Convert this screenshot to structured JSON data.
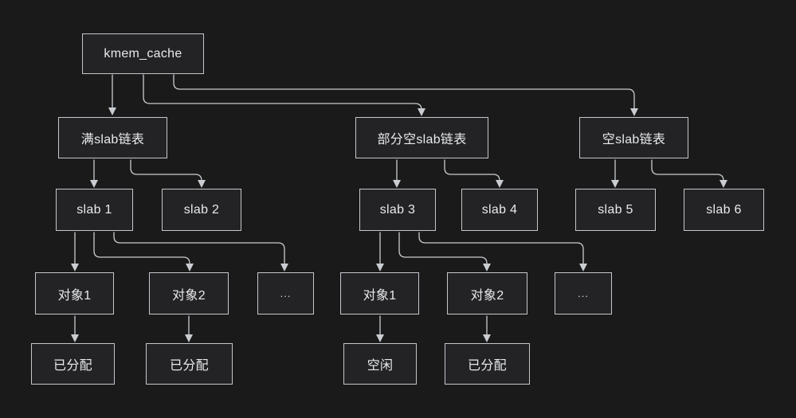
{
  "diagram": {
    "description": "kmem_cache slab allocator diagram",
    "colors": {
      "background": "#1a1a1a",
      "node_fill": "#232325",
      "node_border": "#c4c7ca",
      "text": "#e8eaed",
      "arrow": "#c9ccd0"
    },
    "nodes": {
      "kmem_cache": {
        "label": "kmem_cache"
      },
      "full_slab_list": {
        "label": "满slab链表"
      },
      "partial_slab_list": {
        "label": "部分空slab链表"
      },
      "empty_slab_list": {
        "label": "空slab链表"
      },
      "slab_1": {
        "label": "slab 1"
      },
      "slab_2": {
        "label": "slab 2"
      },
      "slab_3": {
        "label": "slab 3"
      },
      "slab_4": {
        "label": "slab 4"
      },
      "slab_5": {
        "label": "slab 5"
      },
      "slab_6": {
        "label": "slab 6"
      },
      "full_object_1": {
        "label": "对象1"
      },
      "full_object_2": {
        "label": "对象2"
      },
      "full_object_more": {
        "label": "..."
      },
      "partial_object_1": {
        "label": "对象1"
      },
      "partial_object_2": {
        "label": "对象2"
      },
      "partial_object_more": {
        "label": "..."
      },
      "full_object_1_state": {
        "label": "已分配"
      },
      "full_object_2_state": {
        "label": "已分配"
      },
      "partial_object_1_state": {
        "label": "空闲"
      },
      "partial_object_2_state": {
        "label": "已分配"
      }
    }
  }
}
